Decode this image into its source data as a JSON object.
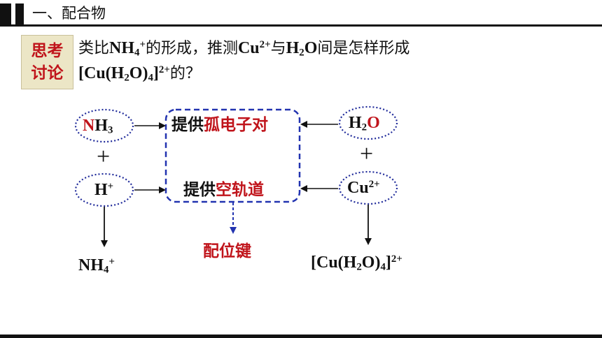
{
  "header": {
    "title": "一、配合物"
  },
  "question": {
    "badge_line1": "思考",
    "badge_line2": "讨论",
    "l1_a": "类比",
    "l1_b": "NH",
    "l1_c": "4",
    "l1_d": "+",
    "l1_e": "的形成，推测",
    "l1_f": "Cu",
    "l1_g": "2+",
    "l1_h": "与",
    "l1_i": "H",
    "l1_j": "2",
    "l1_k": "O",
    "l1_l": "间是怎样形成",
    "l2_a": "[Cu(H",
    "l2_b": "2",
    "l2_c": "O)",
    "l2_d": "4",
    "l2_e": "]",
    "l2_f": "2+",
    "l2_g": "的？"
  },
  "diagram": {
    "nh3_n": "N",
    "nh3_h": "H",
    "nh3_sub": "3",
    "plus_left": "+",
    "hplus_h": "H",
    "hplus_sup": "+",
    "nh4_a": "NH",
    "nh4_sub": "4",
    "nh4_sup": "+",
    "h2o_h": "H",
    "h2o_sub": "2",
    "h2o_o": "O",
    "plus_right": "+",
    "cu_a": "Cu",
    "cu_sup": "2+",
    "complex_a": "[Cu(H",
    "complex_sub1": "2",
    "complex_b": "O)",
    "complex_sub2": "4",
    "complex_c": "]",
    "complex_sup": "2+",
    "label1_black": "提供",
    "label1_red": "孤电子对",
    "label2_black": "提供",
    "label2_red": "空轨道",
    "result": "配位键"
  },
  "colors": {
    "accent_red": "#c0141b",
    "dotted_blue": "#1f2a9a",
    "dashed_blue": "#2233b0",
    "badge_bg": "#ece6c6"
  }
}
